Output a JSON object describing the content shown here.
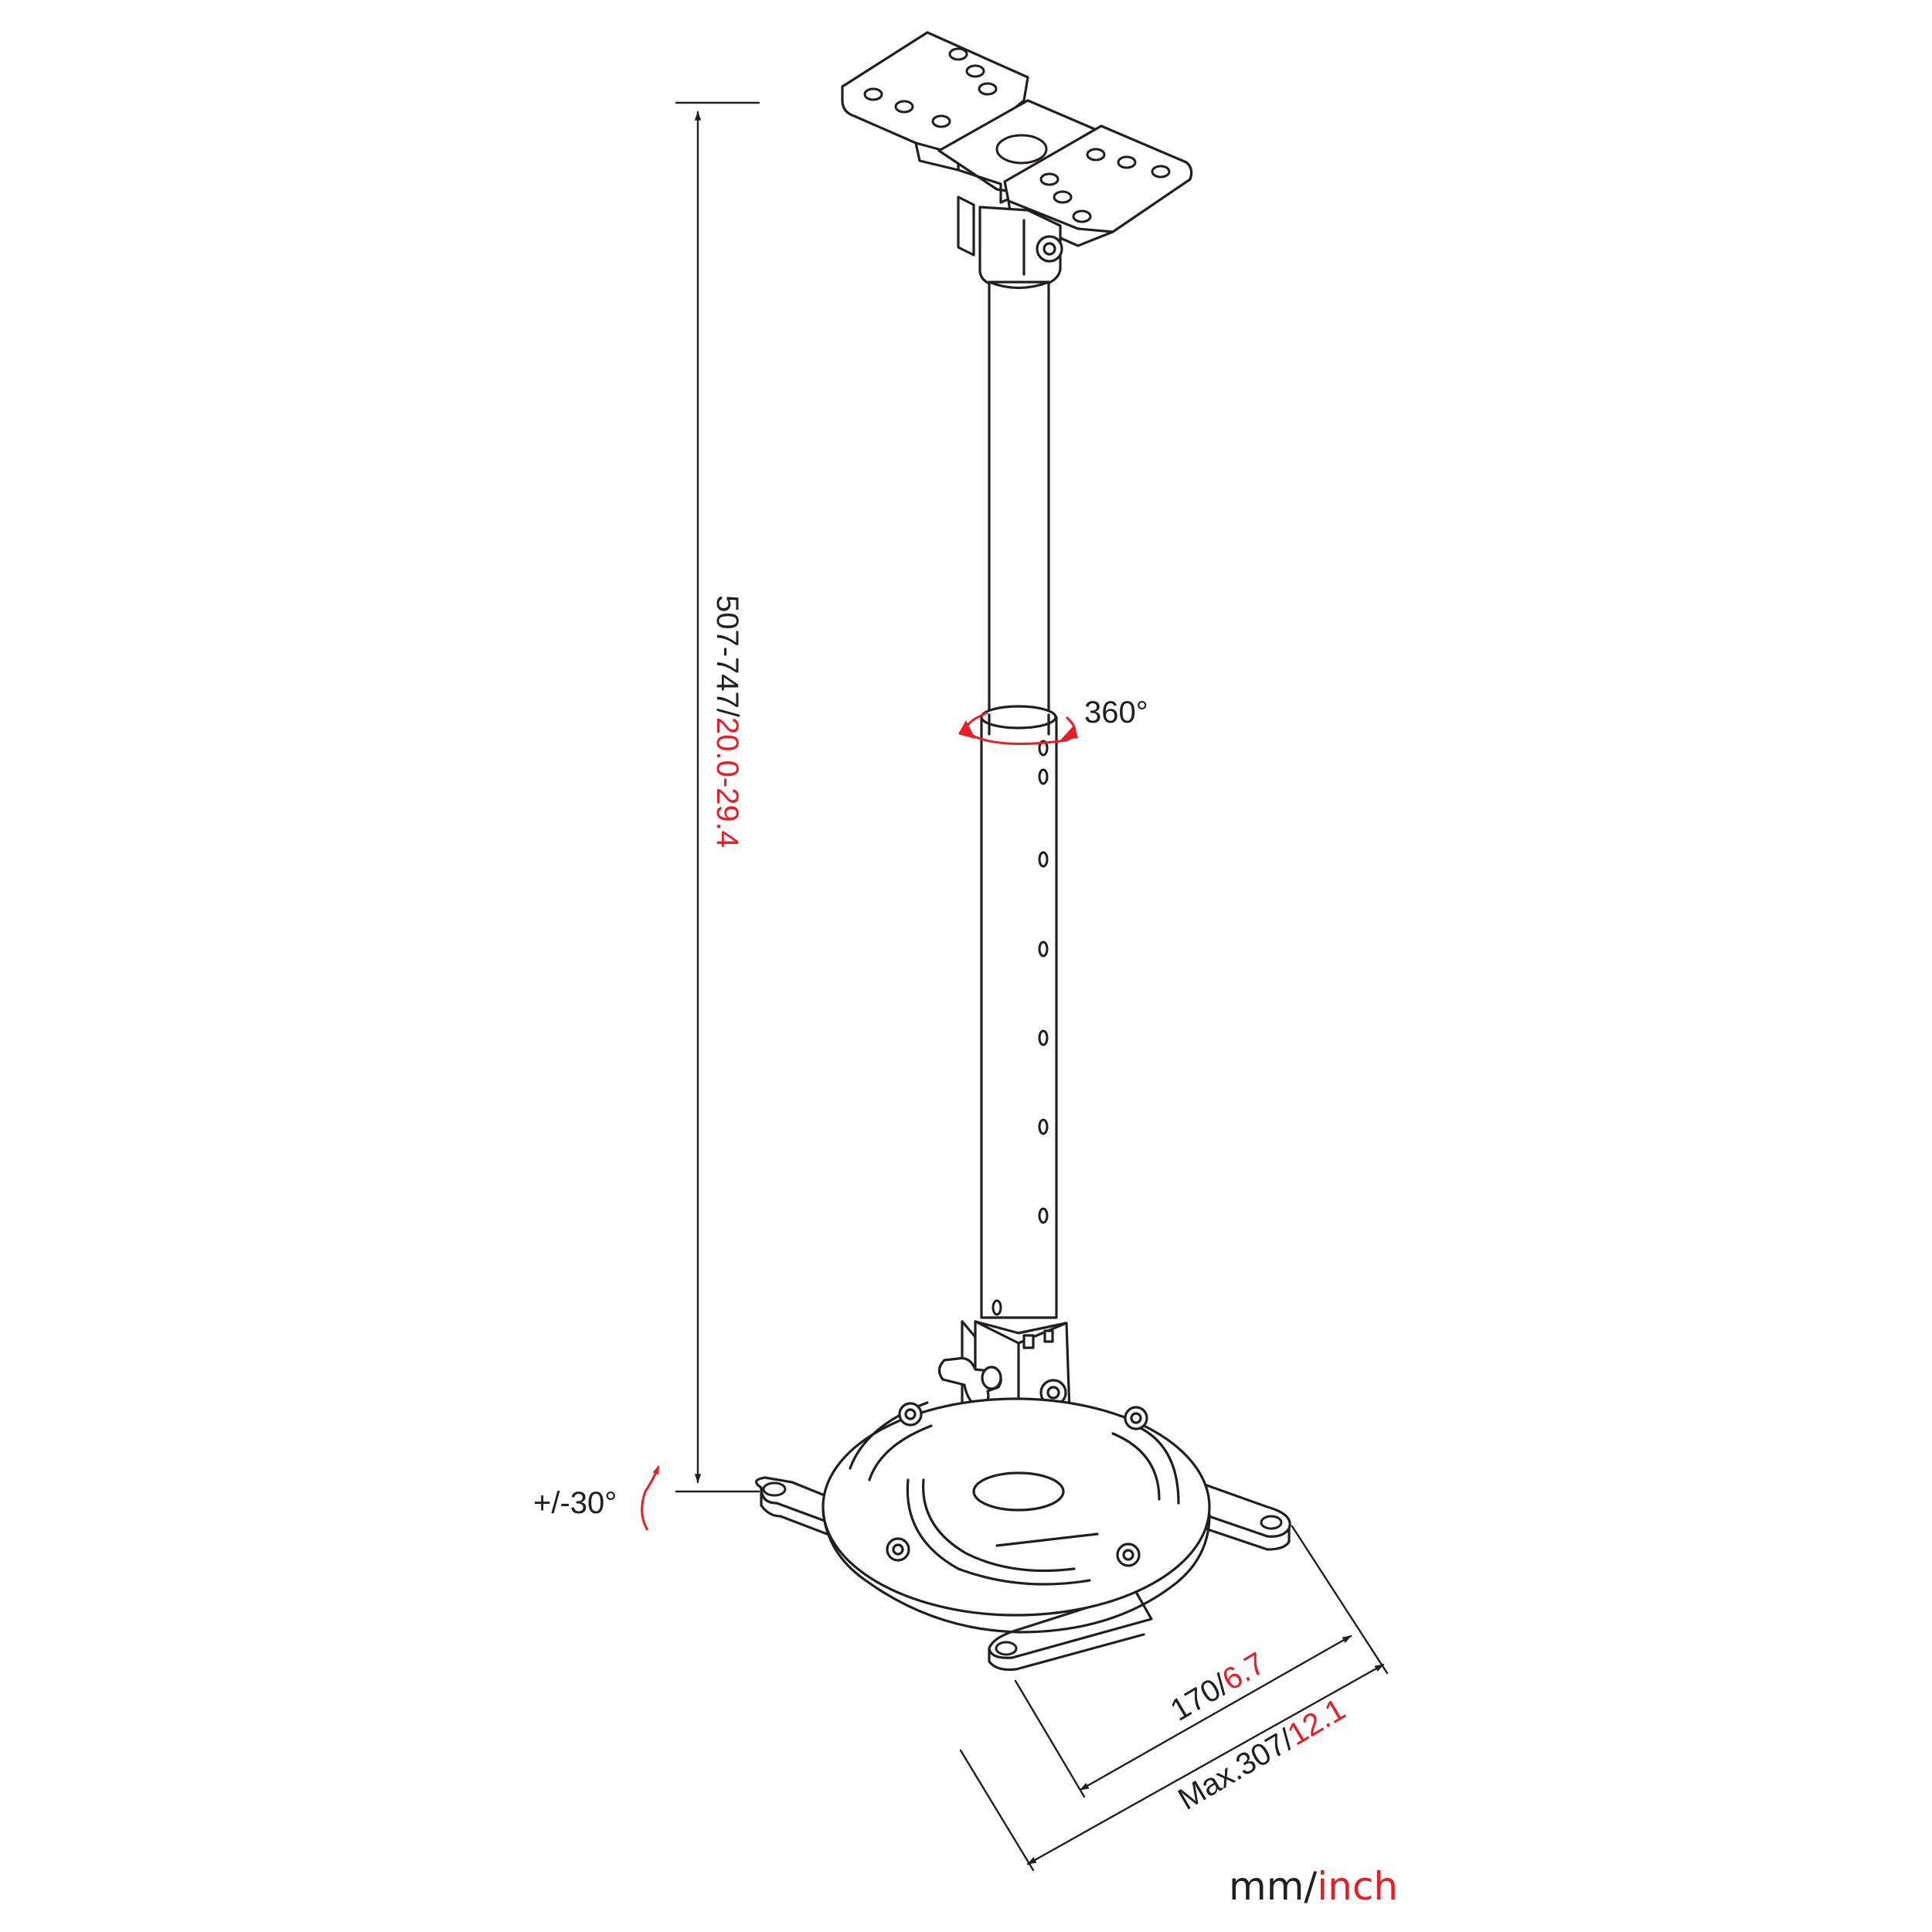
{
  "labels": {
    "height_mm": "507-747/",
    "height_inch": "20.0-29.4",
    "rotation": "360°",
    "tilt": "+/-30°",
    "arm_mm": "170/",
    "arm_inch": "6.7",
    "max_mm": "Max.307/",
    "max_inch": "12.1",
    "unit_mm": "mm/",
    "unit_inch": "inch"
  },
  "colors": {
    "line": "#231f20",
    "accent": "#ed1c24"
  }
}
